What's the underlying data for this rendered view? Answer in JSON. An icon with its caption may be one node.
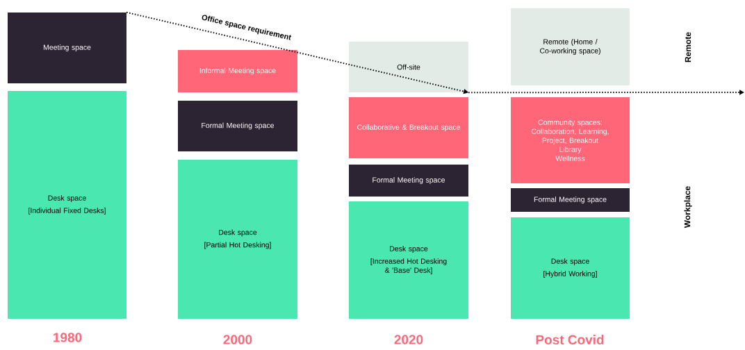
{
  "diagram": {
    "nodes": [
      {
        "text": [
          "Meeting space"
        ]
      },
      {
        "text": [
          "Desk space",
          "[Individual Fixed Desks]"
        ]
      },
      {
        "text": [
          "Informal Meeting space"
        ]
      },
      {
        "text": [
          "Formal Meeting space"
        ]
      },
      {
        "text": [
          "Desk space",
          "[Partial Hot Desking]"
        ]
      },
      {
        "text": [
          "Off-site"
        ]
      },
      {
        "text": [
          "Collaborative & Breakout space"
        ]
      },
      {
        "text": [
          "Formal Meeting space"
        ]
      },
      {
        "text": [
          "Desk space",
          "[Increased Hot Desking & 'Base' Desk]"
        ]
      },
      {
        "text": [
          "Remote (Home / Co-working space)"
        ]
      },
      {
        "text": [
          "Community spaces: Collaboration, Learning, Project, Breakout",
          "Library",
          "Wellness"
        ]
      },
      {
        "text": [
          "Formal Meeting space"
        ]
      },
      {
        "text": [
          "Desk space",
          "[Hybrid Working]"
        ]
      }
    ],
    "edges": [
      {
        "from": 0,
        "to": 5,
        "arrow": "to",
        "style": "dashed",
        "label": "Office space requirement"
      },
      {
        "from": 5,
        "to": null,
        "arrow": "to",
        "style": "dashed"
      }
    ],
    "labels": [
      "1980",
      "2000",
      "2020",
      "Post Covid",
      "Remote",
      "Workplace"
    ]
  }
}
